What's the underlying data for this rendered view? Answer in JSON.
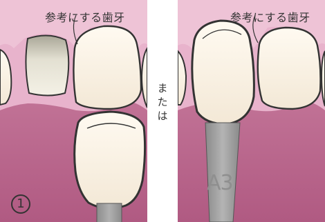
{
  "left_panel": {
    "reference_label": "参考にする歯牙",
    "step_number": "1"
  },
  "right_panel": {
    "reference_label": "参考にする歯牙",
    "shade_code": "A3"
  },
  "middle_text": [
    "ま",
    "た",
    "は"
  ],
  "colors": {
    "gum_pink": "#e9b4cf",
    "gum_edge": "#c98db0",
    "mouth_dark": "#b55e86",
    "tooth_light": "#fcf6ec",
    "tooth_gray": "#c8c4b6",
    "stick_gray": "#9b9b9b"
  }
}
